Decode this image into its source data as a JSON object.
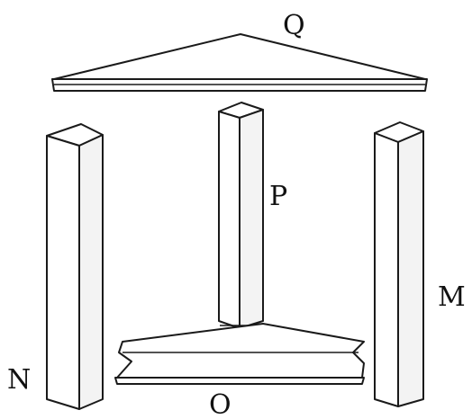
{
  "labels": {
    "roof": "Q",
    "center_column": "P",
    "left_column": "N",
    "right_column": "M",
    "base": "O"
  }
}
